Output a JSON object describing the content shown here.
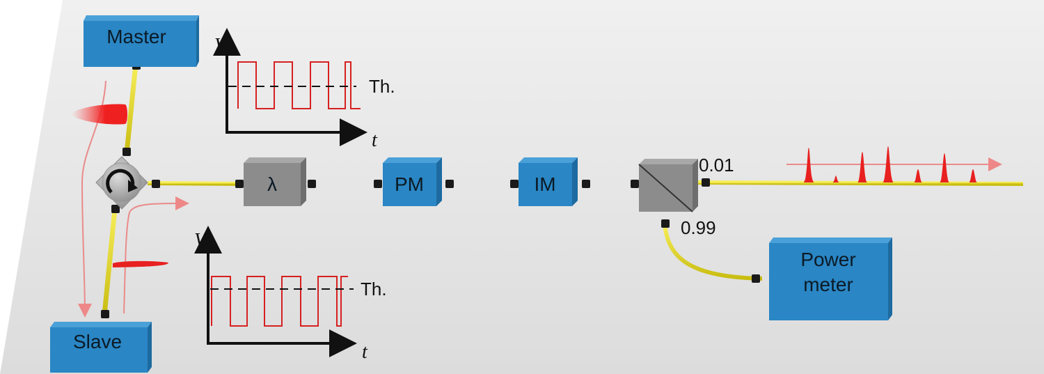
{
  "components": {
    "master": "Master",
    "slave": "Slave",
    "wave_plate": "λ",
    "phase_modulator": "PM",
    "intensity_modulator": "IM",
    "power_meter_line1": "Power",
    "power_meter_line2": "meter"
  },
  "splitter": {
    "output_ratio": "0.01",
    "tap_ratio": "0.99"
  },
  "plots": {
    "top": {
      "y_axis": "V",
      "x_axis": "t",
      "threshold_label": "Th."
    },
    "bottom": {
      "y_axis": "V",
      "x_axis": "t",
      "threshold_label": "Th."
    }
  },
  "colors": {
    "box_blue": "#2a86c4",
    "box_gray": "#8c8c8c",
    "fiber": "#e6dc1e",
    "signal": "#e02020",
    "floor": "#e4e4e4"
  },
  "icons": [
    "circulator-icon",
    "beam-splitter-icon",
    "pulse-icon",
    "arrow-icon"
  ]
}
